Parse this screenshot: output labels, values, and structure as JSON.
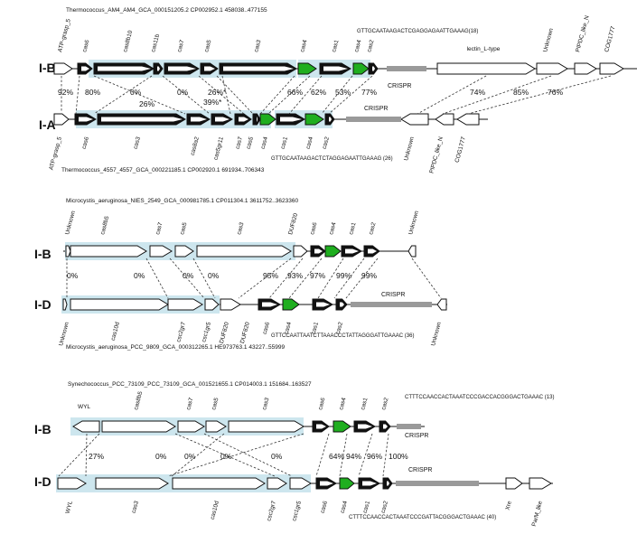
{
  "colors": {
    "black": "#111111",
    "white": "#ffffff",
    "green": "#1fae1f",
    "grey": "#9a9a9a",
    "highlight": "#cde6ee"
  },
  "panels": [
    {
      "top_label": "Thermococcus_AM4_AM4_GCA_000151205.2 CP002952.1 458038..477155",
      "bottom_label": "Thermococcus_4557_4557_GCA_000221185.1 CP002920.1 691934..706343",
      "row1_type": "I-B",
      "row2_type": "I-A",
      "row1_repeat": "GTTGCAATAAGACTCGAGGAGAATTGAAAG(18)",
      "row2_repeat": "GTTGCAATAAGACTCTAGGAGAATTGAAAG (26)",
      "row1_crispr": "CRISPR",
      "row2_crispr": "CRISPR",
      "row1_genes": [
        "ATP-grasp_5",
        "cas6",
        "cas8b10",
        "cas11b",
        "cas7",
        "cas5",
        "cas3",
        "cas4",
        "cas1",
        "cas4",
        "cas2",
        "lectin_L-type",
        "Unknown",
        "PIPDC_like_N",
        "COG1777"
      ],
      "row2_genes": [
        "ATP-grasp_5",
        "cas6",
        "cas3",
        "cas8a2",
        "cas5gr11",
        "cas7",
        "cas5",
        "cas4",
        "cas1",
        "cas4",
        "cas2",
        "Unknown",
        "PIPDC_like_N",
        "COG1777"
      ],
      "pcts": [
        "92%",
        "80%",
        "0%",
        "0%",
        "26%*",
        "26%",
        "39%*",
        "66%",
        "62%",
        "53%",
        "77%",
        "74%",
        "85%",
        "76%"
      ]
    },
    {
      "top_label": "Microcystis_aeruginosa_NIES_2549_GCA_000981785.1 CP011304.1 3611752..3623360",
      "bottom_label": "Microcystis_aeruginosa_PCC_9809_GCA_000312265.1 HE973763.1 43227..55999",
      "row1_type": "I-B",
      "row2_type": "I-D",
      "row2_repeat": "GTTCCAATTAATCTTAAACCCTATTAGGGATTGAAAC (36)",
      "row2_crispr": "CRISPR",
      "row1_genes": [
        "Unknown",
        "cas8b5",
        "cas7",
        "cas5",
        "cas3",
        "DUF820",
        "cas6",
        "cas4",
        "cas1",
        "cas2",
        "Unknown"
      ],
      "row2_genes": [
        "Unknown",
        "cas10d",
        "csc2gr7",
        "csc1gr5",
        "DUF820",
        "DUF820",
        "cas6",
        "cas4",
        "cas1",
        "cas2",
        "Unknown"
      ],
      "pcts": [
        "0%",
        "0%",
        "0%",
        "0%",
        "95%",
        "93%",
        "97%",
        "99%",
        "99%"
      ]
    },
    {
      "top_label": "Synechococcus_PCC_73109_PCC_73109_GCA_001521655.1 CP014003.1 151684..163527",
      "row1_type": "I-B",
      "row2_type": "I-D",
      "row1_repeat": "CTTTCCAACCACTAAATCCCGACCACGGGACTGAAAC (13)",
      "row2_repeat": "CTTTCCAACCACTAAATCCCGATTACGGGACTGAAAC (40)",
      "row1_crispr": "CRISPR",
      "row2_crispr": "CRISPR",
      "row1_genes": [
        "WYL",
        "cas8b5",
        "cas7",
        "cas5",
        "cas3",
        "cas6",
        "cas4",
        "cas1",
        "cas2"
      ],
      "row2_genes": [
        "WYL",
        "cas3",
        "cas10d",
        "csc2gr7",
        "csc1gr5",
        "cas6",
        "cas4",
        "cas1",
        "cas2",
        "Xre",
        "ParM_like"
      ],
      "pcts": [
        "27%",
        "0%",
        "0%",
        "0%",
        "0%",
        "64%",
        "94%",
        "96%",
        "100%"
      ]
    }
  ]
}
